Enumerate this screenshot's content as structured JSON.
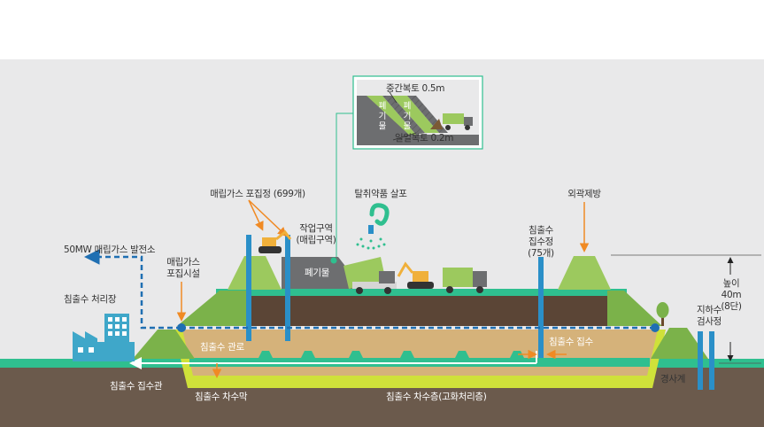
{
  "labels": {
    "inset_cover_intermediate": "중간복토 0.5m",
    "inset_cover_daily": "일일복토 0.2m",
    "inset_waste_a": "폐기물",
    "inset_waste_b": "폐기물",
    "gas_wells": "매립가스 포집정 (699개)",
    "deodorant_spray": "탈취약품 살포",
    "work_zone": "작업구역\n(매립구역)",
    "waste": "폐기물",
    "leachate_wells": "침출수\n집수정\n(75개)",
    "outer_embankment": "외곽제방",
    "power_plant": "50MW 매립가스 발전소",
    "gas_facility": "매립가스\n포집시설",
    "leachate_plant": "침출수 처리장",
    "leachate_pipe": "침출수 관로",
    "leachate_collection": "침출수 집수",
    "height": "높이 40m\n(8단)",
    "groundwater_well": "지하수\n검사정",
    "slope_meter": "경사계",
    "leachate_collector_pipe": "침출수 집수관",
    "leachate_barrier": "침출수 차수막",
    "leachate_barrier_layer": "침출수 차수층(고화처리층)"
  },
  "colors": {
    "sky": "#e9e9ea",
    "ground": "#6b5a4c",
    "landfill_brown": "#5b4536",
    "sand": "#d5b27a",
    "grass": "#7bb24a",
    "grass_light": "#9cc95e",
    "teal": "#2fbf8f",
    "lime": "#cfe13a",
    "blue": "#2a8fc8",
    "blue_dark": "#1f6fb2",
    "orange": "#f08a24",
    "factory": "#3fa7c9",
    "waste_gray": "#6d6e70"
  }
}
